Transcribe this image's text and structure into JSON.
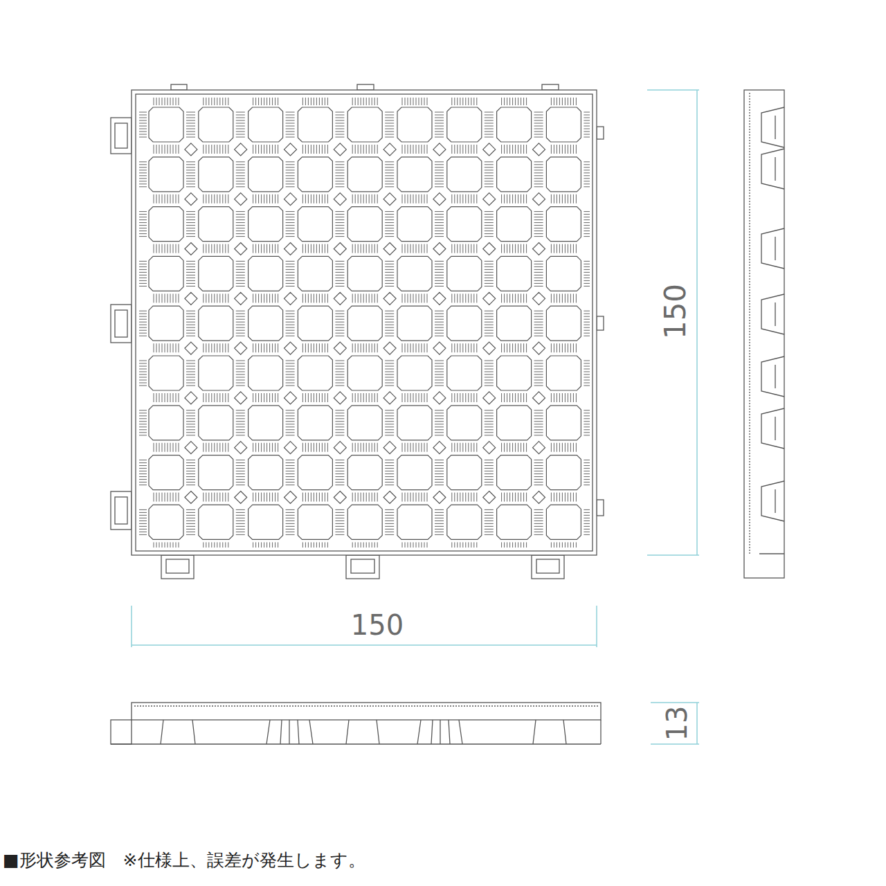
{
  "diagram": {
    "caption": "■形状参考図　※仕様上、誤差が発生します。",
    "labels": [
      "150",
      "150",
      "13"
    ]
  }
}
